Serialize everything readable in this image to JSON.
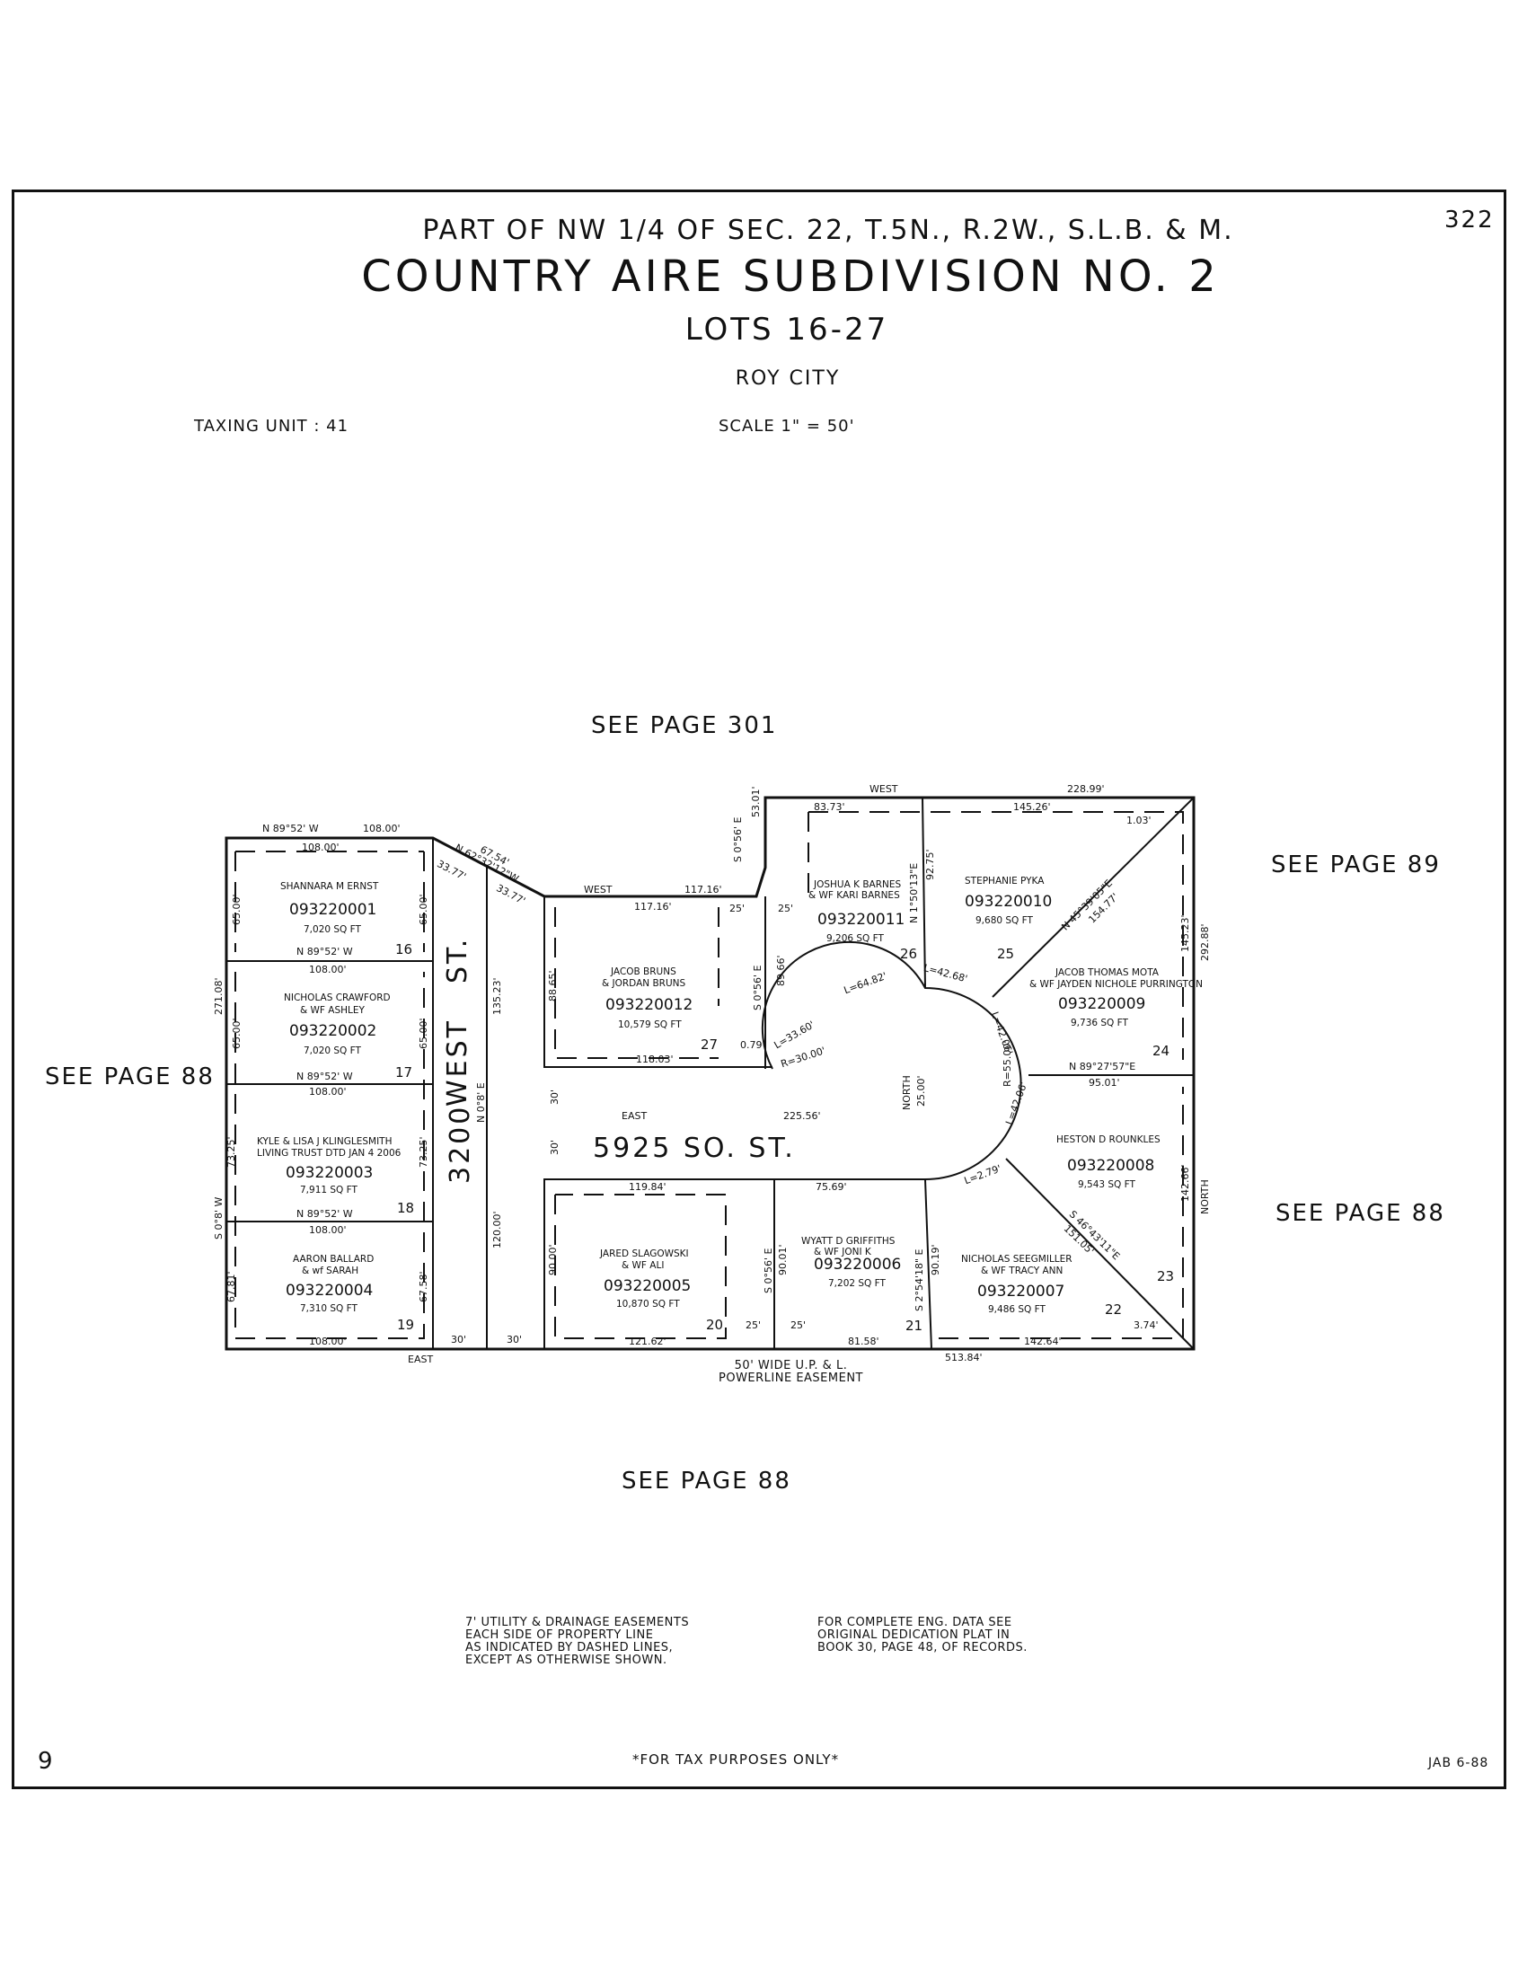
{
  "header": {
    "location": "PART OF NW 1/4 OF SEC. 22, T.5N., R.2W., S.L.B. & M.",
    "title": "COUNTRY AIRE SUBDIVISION NO. 2",
    "lots": "LOTS 16-27",
    "city": "ROY CITY",
    "taxing_unit": "TAXING UNIT : 41",
    "scale": "SCALE 1\" = 50'",
    "page_number": "322"
  },
  "see_page": {
    "north": "SEE PAGE 301",
    "east_upper": "SEE PAGE 89",
    "west": "SEE PAGE 88",
    "east_lower": "SEE PAGE 88",
    "south": "SEE PAGE 88"
  },
  "streets": {
    "west_st_a": "WEST",
    "west_st_b": "ST.",
    "west_st_num": "3200",
    "so_st": "5925   SO.   ST."
  },
  "parcels": [
    {
      "lot": "16",
      "owner1": "SHANNARA M ERNST",
      "owner2": "",
      "id": "093220001",
      "area": "7,020 SQ FT"
    },
    {
      "lot": "17",
      "owner1": "NICHOLAS CRAWFORD",
      "owner2": "& WF ASHLEY",
      "id": "093220002",
      "area": "7,020 SQ FT"
    },
    {
      "lot": "18",
      "owner1": "KYLE & LISA J KLINGLESMITH",
      "owner2": "LIVING TRUST DTD JAN 4 2006",
      "id": "093220003",
      "area": "7,911 SQ FT"
    },
    {
      "lot": "19",
      "owner1": "AARON BALLARD",
      "owner2": "& wf SARAH",
      "id": "093220004",
      "area": "7,310 SQ FT"
    },
    {
      "lot": "20",
      "owner1": "JARED SLAGOWSKI",
      "owner2": "& WF ALI",
      "id": "093220005",
      "area": "10,870 SQ FT"
    },
    {
      "lot": "21",
      "owner1": "WYATT D GRIFFITHS",
      "owner2": "& WF JONI K",
      "id": "093220006",
      "area": "7,202 SQ FT"
    },
    {
      "lot": "22",
      "owner1": "NICHOLAS SEEGMILLER",
      "owner2": "& WF TRACY ANN",
      "id": "093220007",
      "area": "9,486 SQ FT"
    },
    {
      "lot": "23",
      "owner1": "HESTON D ROUNKLES",
      "owner2": "",
      "id": "093220008",
      "area": "9,543 SQ FT"
    },
    {
      "lot": "24",
      "owner1": "JACOB THOMAS MOTA",
      "owner2": "& WF JAYDEN NICHOLE PURRINGTON",
      "id": "093220009",
      "area": "9,736 SQ FT"
    },
    {
      "lot": "25",
      "owner1": "STEPHANIE PYKA",
      "owner2": "",
      "id": "093220010",
      "area": "9,680 SQ FT"
    },
    {
      "lot": "26",
      "owner1": "JOSHUA K BARNES",
      "owner2": "& WF KARI BARNES",
      "id": "093220011",
      "area": "9,206 SQ FT"
    },
    {
      "lot": "27",
      "owner1": "JACOB BRUNS",
      "owner2": "& JORDAN BRUNS",
      "id": "093220012",
      "area": "10,579 SQ FT"
    }
  ],
  "dimensions": {
    "w_top_bearing": "N 89°52' W",
    "w_top_len": "108.00'",
    "w_r1_len": "108.00'",
    "w_div1_bearing": "N 89°52' W",
    "w_div1_len": "108.00'",
    "w_div2_bearing": "N 89°52' W",
    "w_div2_len": "108.00'",
    "w_div3_bearing": "N 89°52' W",
    "w_div3_len": "108.00'",
    "w_bottom_len": "108.00'",
    "w_bottom_bearing": "EAST",
    "w_left_bearing": "S 0°8' W",
    "w_left_total": "271.08'",
    "w_l16": "65.00'",
    "w_l17": "65.00'",
    "w_l18": "73.25'",
    "w_l19": "67.81'",
    "w_r16": "65.00'",
    "w_r17": "65.00'",
    "w_r18": "73.25'",
    "w_r19": "67.58'",
    "diag_bearing": "N 62°32'12\"W",
    "diag_len": "67.54'",
    "diag_a": "33.77'",
    "diag_b": "33.77'",
    "west_st_len1": "135.23'",
    "west_st_bearing": "N 0°8' E",
    "west_st_len2": "120.00'",
    "half30_a": "30'",
    "half30_b": "30'",
    "half30_c": "30'",
    "half30_d": "30'",
    "l27_top_bearing": "WEST",
    "l27_top_len": "117.16'",
    "l27_top_inner": "117.16'",
    "l27_left": "88.65'",
    "l27_bottom": "118.03'",
    "l27_right_bearing": "S 0°56' E",
    "l27_right": "89.66'",
    "l27_small": "0.79'",
    "curve_a": "L=33.60'",
    "curve_a_r": "R=30.00'",
    "easement25_a": "25'",
    "easement25_b": "25'",
    "easement25_c": "25'",
    "easement25_d": "25'",
    "l26_top_len": "83.73'",
    "l26_bearing": "S 0°56' E",
    "l26_left": "53.01'",
    "l26_right_bearing": "N 1°50'13\"E",
    "l26_right": "92.75'",
    "top_bearing": "WEST",
    "top_len": "228.99'",
    "l25_top": "145.26'",
    "small_103": "1.03'",
    "diag25_bearing": "N 45°39'05\"E",
    "diag25_len": "154.77'",
    "curve_b": "L=64.82'",
    "curve_c": "L=42.68'",
    "curve_d": "L=42.06'",
    "curve_e": "L=42.06'",
    "curve_r": "R=55.00'",
    "east_total": "292.88'",
    "l24_right": "145.23'",
    "l24_bottom_bearing": "N 89°27'57\"E",
    "l24_bottom": "95.01'",
    "so_st_bearing": "EAST",
    "so_st_len": "225.56'",
    "north25": "NORTH",
    "north25_len": "25.00'",
    "l20_top": "119.84'",
    "l20_left": "90.00'",
    "l20_bottom": "121.62'",
    "l20_right_bearing": "S 0°56' E",
    "l20_right": "90.01'",
    "l21_top": "75.69'",
    "small_279": "L=2.79'",
    "l21_right_bearing": "S 2°54'18\" E",
    "l21_right": "90.19'",
    "l21_bottom": "81.58'",
    "total_bottom": "513.84'",
    "l22_bottom": "142.64'",
    "diag23_bearing": "S 46°43'11\"E",
    "diag23_len": "151.05'",
    "small_374": "3.74'",
    "l23_right": "142.66'",
    "north_east": "NORTH"
  },
  "easement_label": "50' WIDE U.P. & L.\nPOWERLINE EASEMENT",
  "notes": {
    "left": "7' UTILITY & DRAINAGE EASEMENTS\nEACH SIDE OF PROPERTY LINE\nAS INDICATED BY DASHED LINES,\nEXCEPT AS OTHERWISE SHOWN.",
    "right": "FOR COMPLETE ENG. DATA SEE\nORIGINAL DEDICATION PLAT IN\nBOOK 30, PAGE 48, OF RECORDS."
  },
  "footer": {
    "page": "9",
    "tax": "*FOR TAX PURPOSES ONLY*",
    "initials": "JAB 6-88"
  }
}
